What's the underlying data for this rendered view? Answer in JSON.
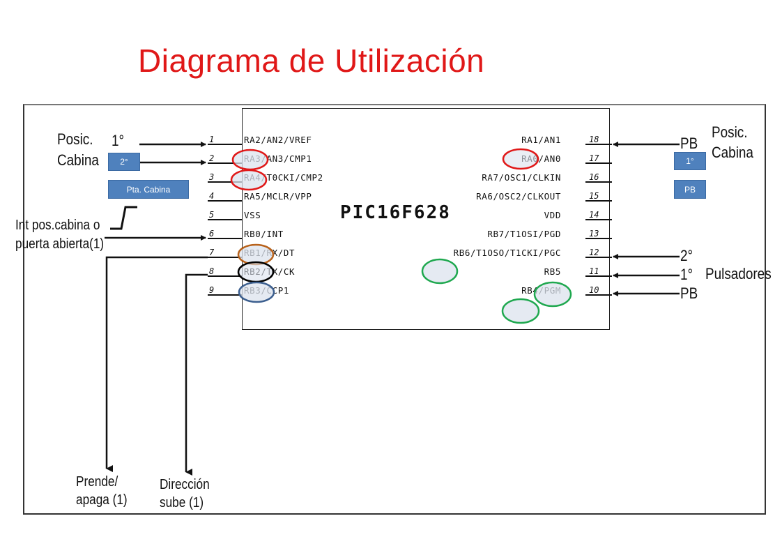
{
  "title": "Diagrama de Utilización",
  "chip": {
    "name": "PIC16F628",
    "left_pins": [
      {
        "num": "1",
        "label": "RA2/AN2/VREF"
      },
      {
        "num": "2",
        "label": "RA3/AN3/CMP1"
      },
      {
        "num": "3",
        "label": "RA4/T0CKI/CMP2"
      },
      {
        "num": "4",
        "label": "RA5/MCLR/VPP"
      },
      {
        "num": "5",
        "label": "VSS"
      },
      {
        "num": "6",
        "label": "RB0/INT"
      },
      {
        "num": "7",
        "label": "RB1/RX/DT"
      },
      {
        "num": "8",
        "label": "RB2/TX/CK"
      },
      {
        "num": "9",
        "label": "RB3/CCP1"
      }
    ],
    "right_pins": [
      {
        "num": "18",
        "label": "RA1/AN1"
      },
      {
        "num": "17",
        "label": "RA0/AN0"
      },
      {
        "num": "16",
        "label": "RA7/OSC1/CLKIN"
      },
      {
        "num": "15",
        "label": "RA6/OSC2/CLKOUT"
      },
      {
        "num": "14",
        "label": "VDD"
      },
      {
        "num": "13",
        "label": "RB7/T1OSI/PGD"
      },
      {
        "num": "12",
        "label": "RB6/T1OSO/T1CKI/PGC"
      },
      {
        "num": "11",
        "label": "RB5"
      },
      {
        "num": "10",
        "label": "RB4/PGM"
      }
    ]
  },
  "left_labels": {
    "posic_line1": "Posic.",
    "posic_line2": "Cabina",
    "first": "1°",
    "box_second": "2°",
    "box_pta": "Pta. Cabina",
    "int_line1": "Int pos.cabina o",
    "int_line2": "puerta abierta(1)",
    "prende_line1": "Prende/",
    "prende_line2": "apaga (1)",
    "direccion_line1": "Dirección",
    "direccion_line2": "sube (1)"
  },
  "right_labels": {
    "posic_line1": "Posic.",
    "posic_line2": "Cabina",
    "pb_top": "PB",
    "box_first": "1°",
    "box_pb": "PB",
    "second": "2°",
    "first": "1°",
    "pb_bottom": "PB",
    "pulsadores": "Pulsadores"
  },
  "colors": {
    "title": "#e01818",
    "red_marker": "#e01818",
    "orange_marker": "#b8621b",
    "black_marker": "#000000",
    "blue_marker": "#3c5f8f",
    "green_marker": "#1fa84f",
    "marker_fill": "#dce3ee",
    "box_fill": "#4f81bd"
  }
}
